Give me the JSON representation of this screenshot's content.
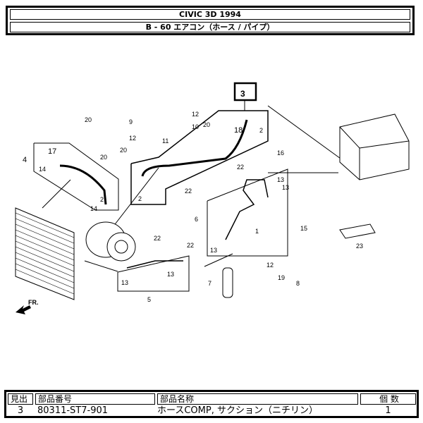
{
  "header": {
    "model": "CIVIC  3D  1994",
    "section": "B - 60  エアコン（ホース / パイプ）"
  },
  "diagram": {
    "highlight_callout": "3",
    "front_arrow": "FR.",
    "callouts": {
      "c1": "1",
      "c2a": "2",
      "c2b": "2",
      "c2c": "2",
      "c4": "4",
      "c5": "5",
      "c6": "6",
      "c7": "7",
      "c8": "8",
      "c9": "9",
      "c10": "10",
      "c11": "11",
      "c12a": "12",
      "c12b": "12",
      "c12c": "12",
      "c13a": "13",
      "c13b": "13",
      "c13c": "13",
      "c13d": "13",
      "c13e": "13",
      "c14a": "14",
      "c14b": "14",
      "c15": "15",
      "c16": "16",
      "c17": "17",
      "c18": "18",
      "c19": "19",
      "c20a": "20",
      "c20b": "20",
      "c20c": "20",
      "c20d": "20",
      "c22a": "22",
      "c22b": "22",
      "c22c": "22",
      "c22d": "22",
      "c23": "23"
    }
  },
  "parts_table": {
    "headers": [
      "見出",
      "部品番号",
      "部品名称",
      "個 数"
    ],
    "rows": [
      {
        "ref": "3",
        "part_number": "80311-ST7-901",
        "name": "ホースCOMP, サクション（ニチリン）",
        "qty": "1"
      }
    ]
  }
}
